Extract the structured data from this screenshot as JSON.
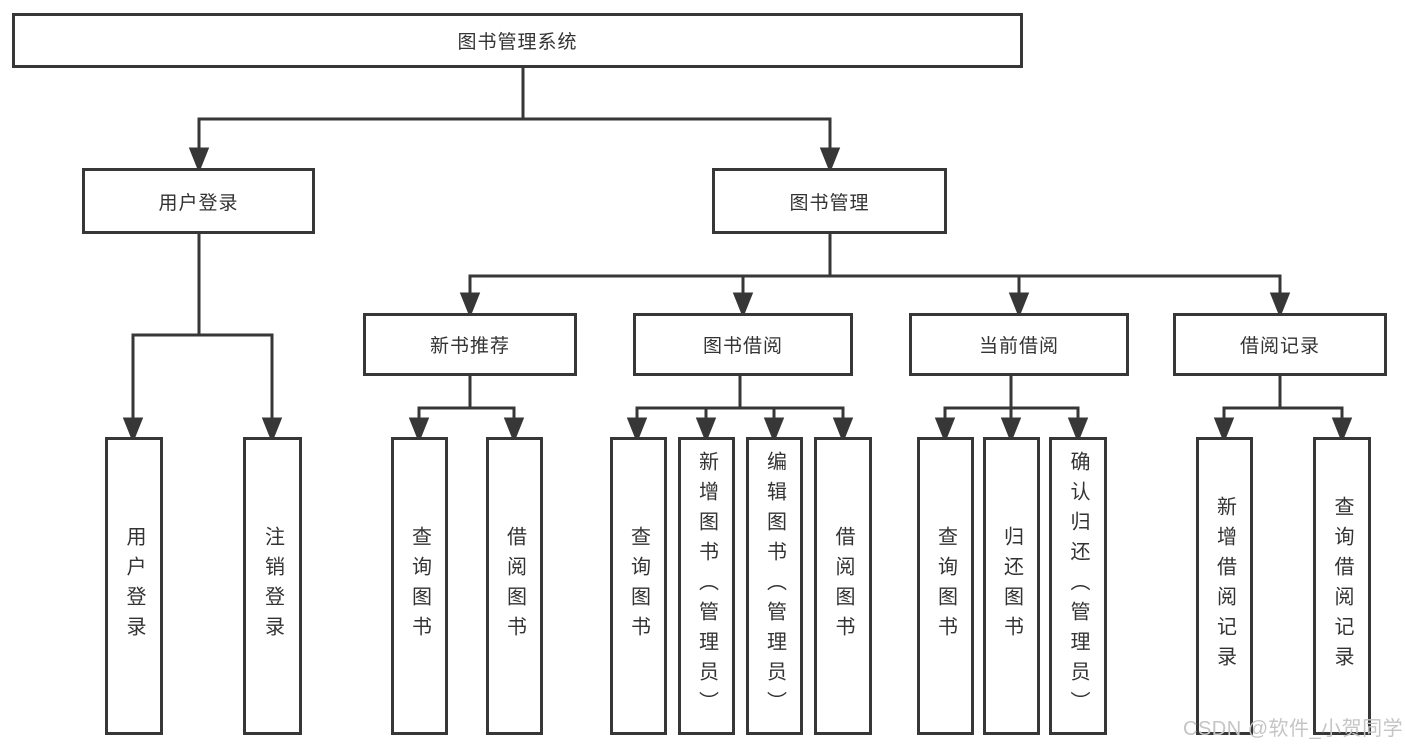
{
  "diagram": {
    "type": "tree",
    "root": {
      "label": "图书管理系统",
      "children": [
        {
          "label": "用户登录",
          "children": [
            {
              "label": "用户登录"
            },
            {
              "label": "注销登录"
            }
          ]
        },
        {
          "label": "图书管理",
          "children": [
            {
              "label": "新书推荐",
              "children": [
                {
                  "label": "查询图书"
                },
                {
                  "label": "借阅图书"
                }
              ]
            },
            {
              "label": "图书借阅",
              "children": [
                {
                  "label": "查询图书"
                },
                {
                  "label": "新增图书（管理员）"
                },
                {
                  "label": "编辑图书（管理员）"
                },
                {
                  "label": "借阅图书"
                }
              ]
            },
            {
              "label": "当前借阅",
              "children": [
                {
                  "label": "查询图书"
                },
                {
                  "label": "归还图书"
                },
                {
                  "label": "确认归还（管理员）"
                }
              ]
            },
            {
              "label": "借阅记录",
              "children": [
                {
                  "label": "新增借阅记录"
                },
                {
                  "label": "查询借阅记录"
                }
              ]
            }
          ]
        }
      ]
    }
  },
  "watermark": {
    "text": "CSDN @软件_小贺同学"
  },
  "colors": {
    "line": "#373737",
    "box_border": "#373737",
    "box_fill": "#ffffff",
    "text": "#333333",
    "watermark": "#c5c5c5",
    "background": "#ffffff"
  }
}
